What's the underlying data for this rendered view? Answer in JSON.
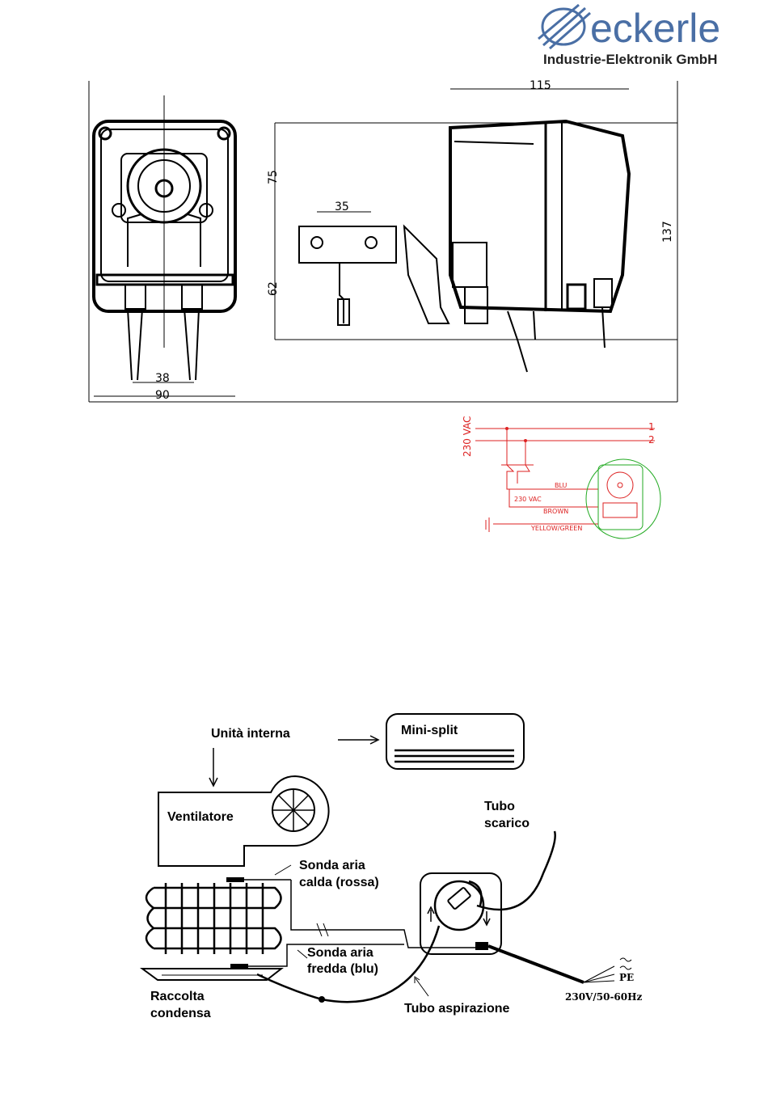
{
  "logo": {
    "name": "eckerle",
    "subtitle": "Industrie-Elektronik GmbH",
    "color": "#4a6fa5"
  },
  "dimensions": {
    "front_width": "90",
    "front_inner": "38",
    "side_width": "115",
    "side_height": "137",
    "upper_height": "75",
    "lower_height": "62",
    "bracket_spacing": "35"
  },
  "wiring": {
    "supply": "230 VAC",
    "line1": "1",
    "line2": "2",
    "wire_blue": "BLU",
    "wire_voltage": "230 VAC",
    "wire_brown": "BROWN",
    "wire_ground": "YELLOW/GREEN",
    "line_color": "#dd2222",
    "pump_color": "#22aa22"
  },
  "installation": {
    "indoor_unit": "Unità interna",
    "mini_split": "Mini-split",
    "fan": "Ventilatore",
    "drain_tube_1": "Tubo",
    "drain_tube_2": "scarico",
    "warm_probe_1": "Sonda aria",
    "warm_probe_2": "calda (rossa)",
    "cold_probe_1": "Sonda aria",
    "cold_probe_2": "fredda (blu)",
    "tray_1": "Raccolta",
    "tray_2": "condensa",
    "suction_tube": "Tubo aspirazione",
    "pe": "PE",
    "power": "230V/50-60Hz"
  }
}
